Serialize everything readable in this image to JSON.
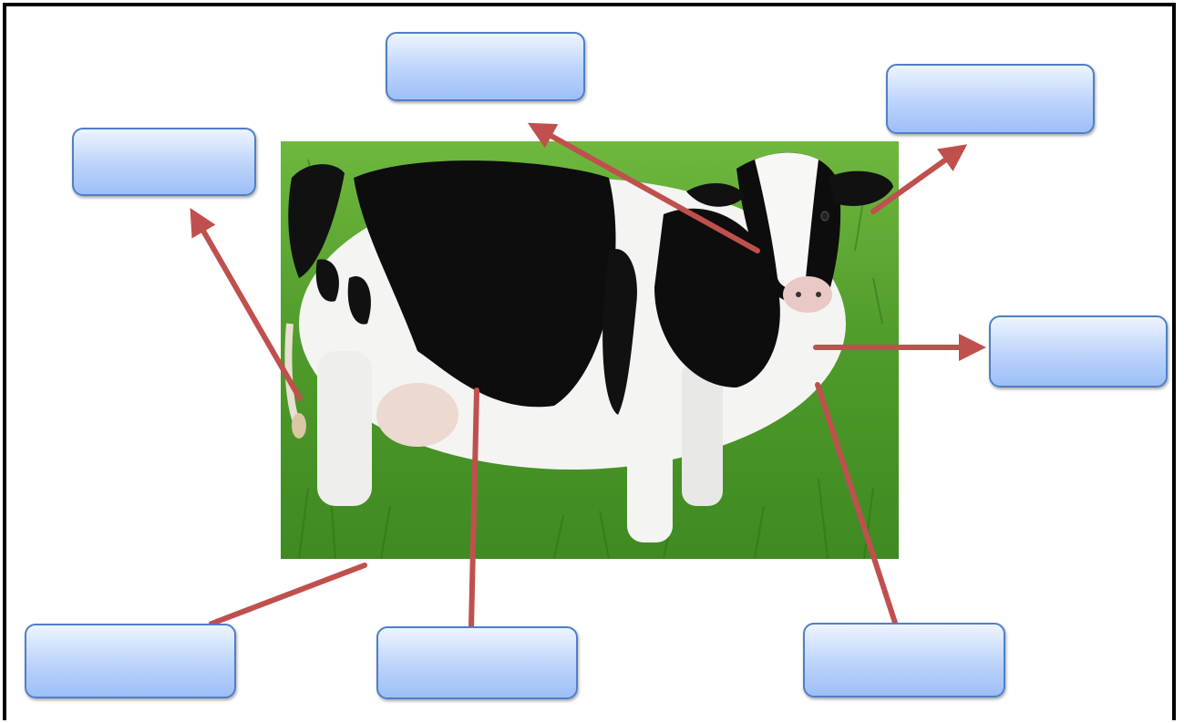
{
  "diagram": {
    "subject": "cow-photo",
    "colors": {
      "arrow": "#c0504d",
      "box_border": "#4f7fc7",
      "box_fill_top": "#eef4ff",
      "box_fill_bottom": "#9dbff7",
      "grass": "#4e9a2a"
    },
    "labels": [
      {
        "id": "top-center",
        "text": ""
      },
      {
        "id": "top-right",
        "text": ""
      },
      {
        "id": "upper-left",
        "text": ""
      },
      {
        "id": "right",
        "text": ""
      },
      {
        "id": "bottom-left",
        "text": ""
      },
      {
        "id": "bottom-center",
        "text": ""
      },
      {
        "id": "bottom-right",
        "text": ""
      }
    ]
  }
}
